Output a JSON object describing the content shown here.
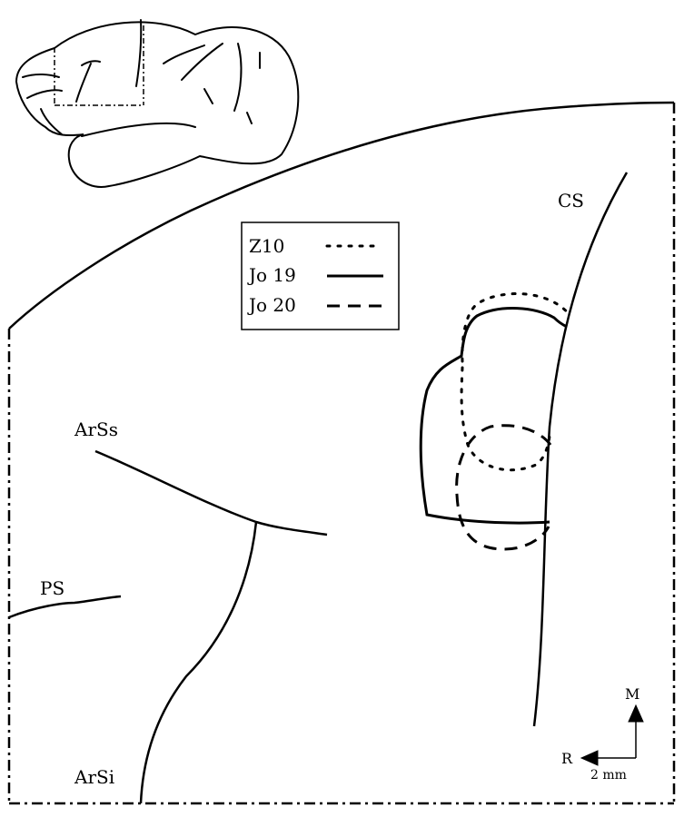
{
  "legend": {
    "items": [
      {
        "label": "Z10",
        "style": "dotted"
      },
      {
        "label": "Jo 19",
        "style": "solid"
      },
      {
        "label": "Jo 20",
        "style": "dashed"
      }
    ]
  },
  "sulci": {
    "cs": "CS",
    "arss": "ArSs",
    "ps": "PS",
    "arsi": "ArSi"
  },
  "orientation": {
    "medial": "M",
    "rostral": "R",
    "scale": "2 mm"
  },
  "colors": {
    "stroke": "#000000",
    "background": "#ffffff",
    "legend_border": "#888888"
  }
}
